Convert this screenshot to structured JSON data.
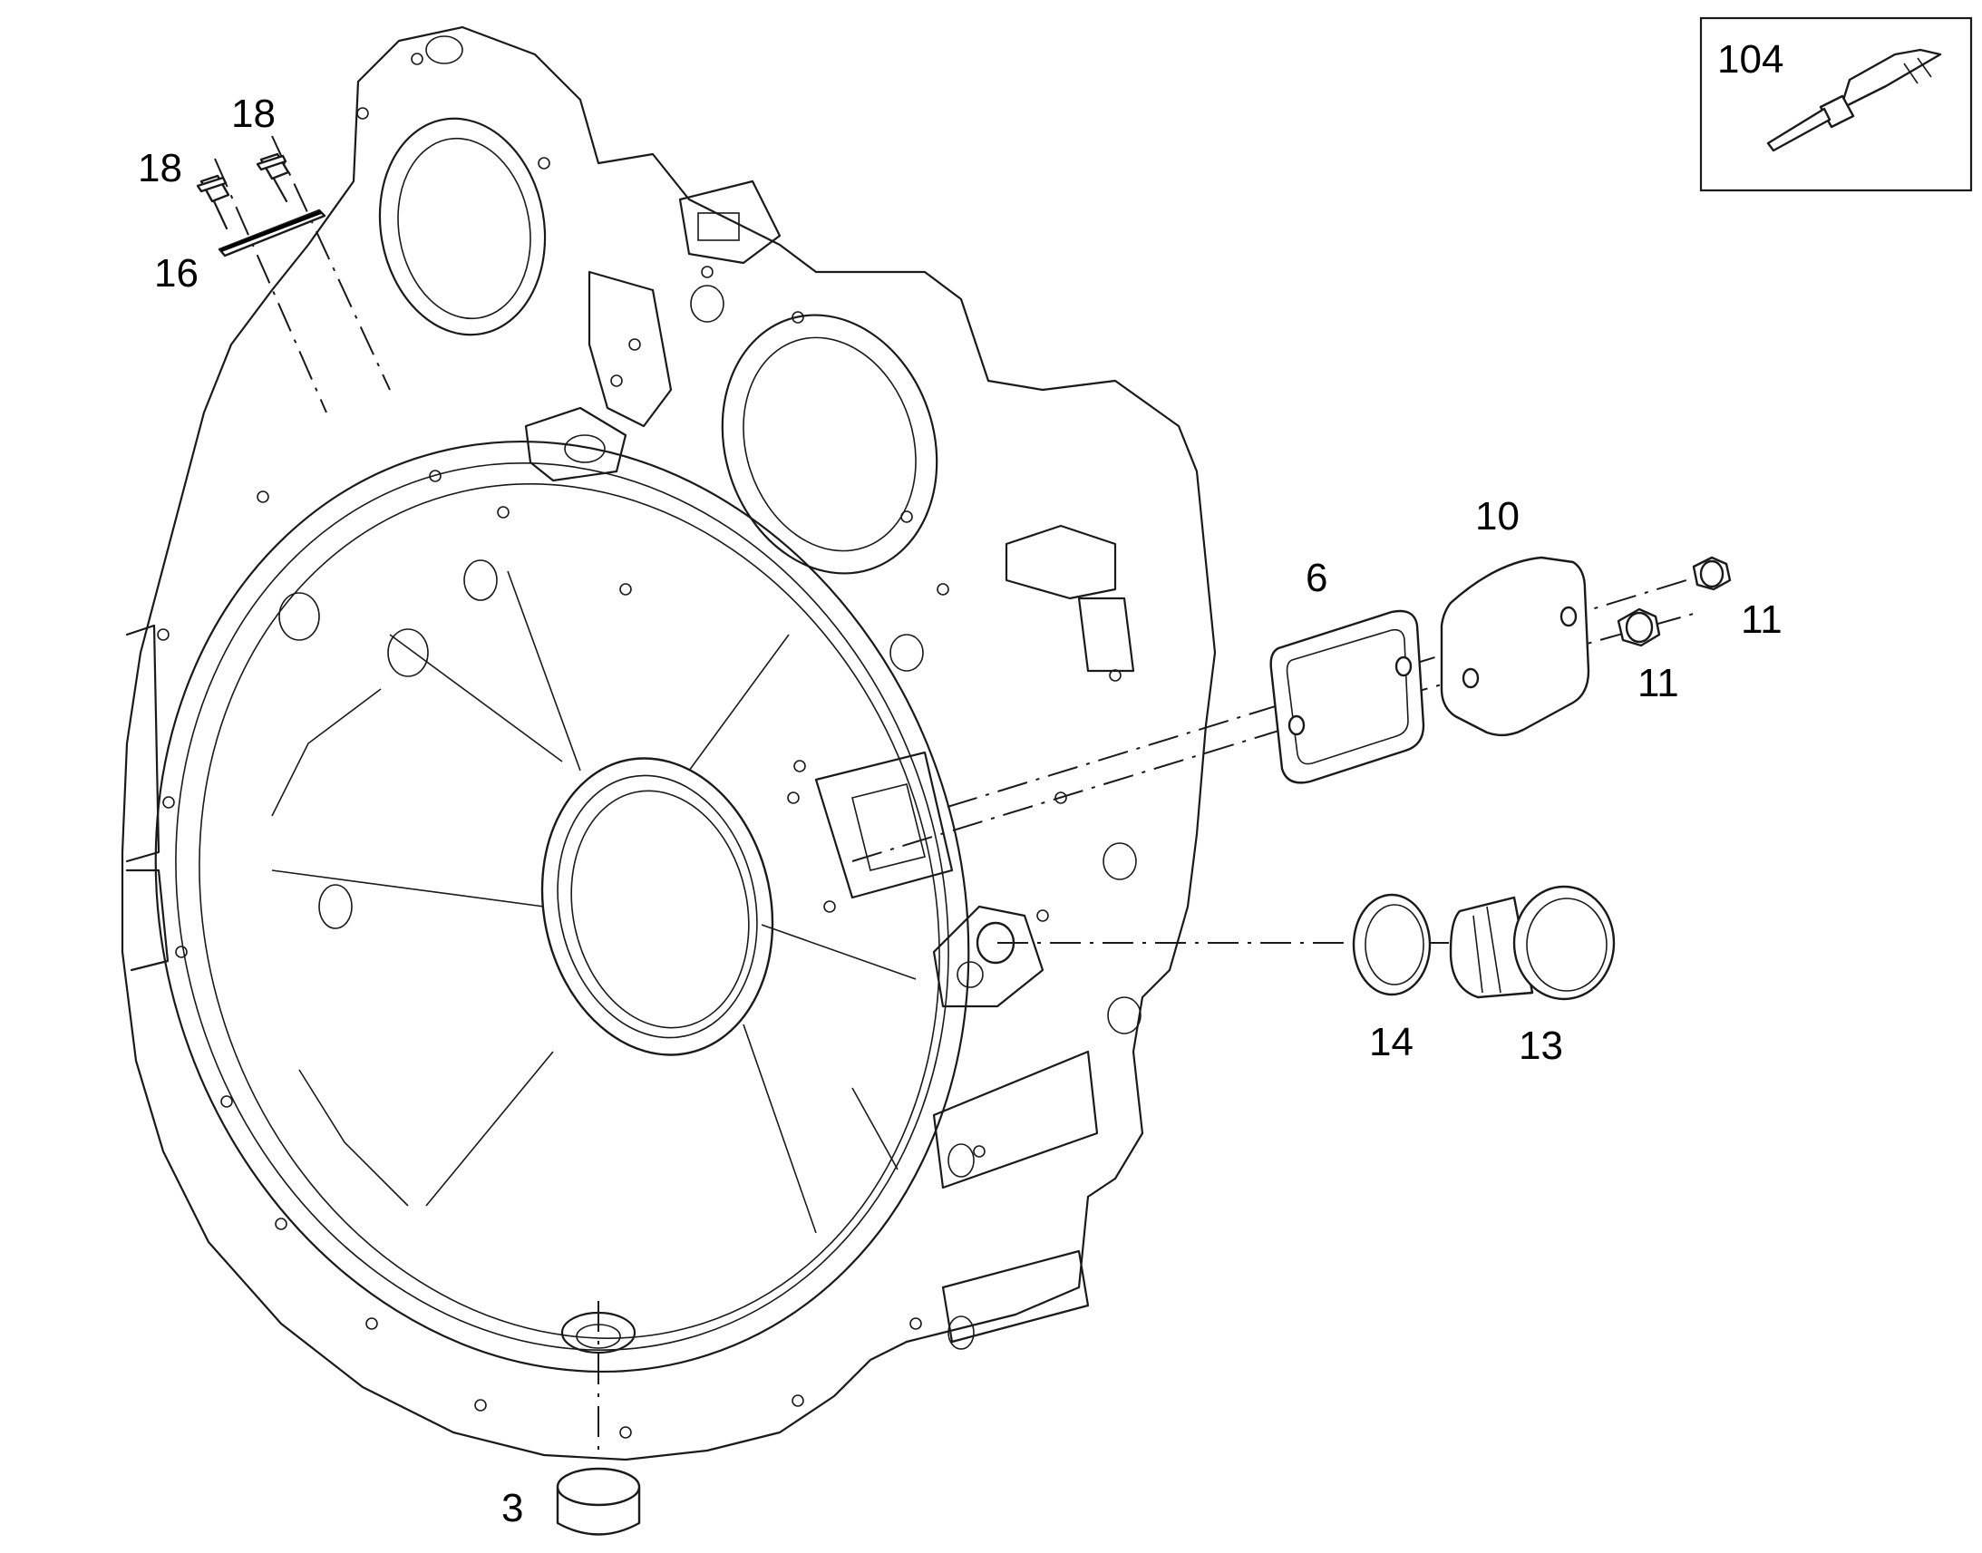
{
  "labels": {
    "l3": "3",
    "l6": "6",
    "l10": "10",
    "l11a": "11",
    "l11b": "11",
    "l13": "13",
    "l14": "14",
    "l16": "16",
    "l18a": "18",
    "l18b": "18",
    "l104": "104"
  }
}
